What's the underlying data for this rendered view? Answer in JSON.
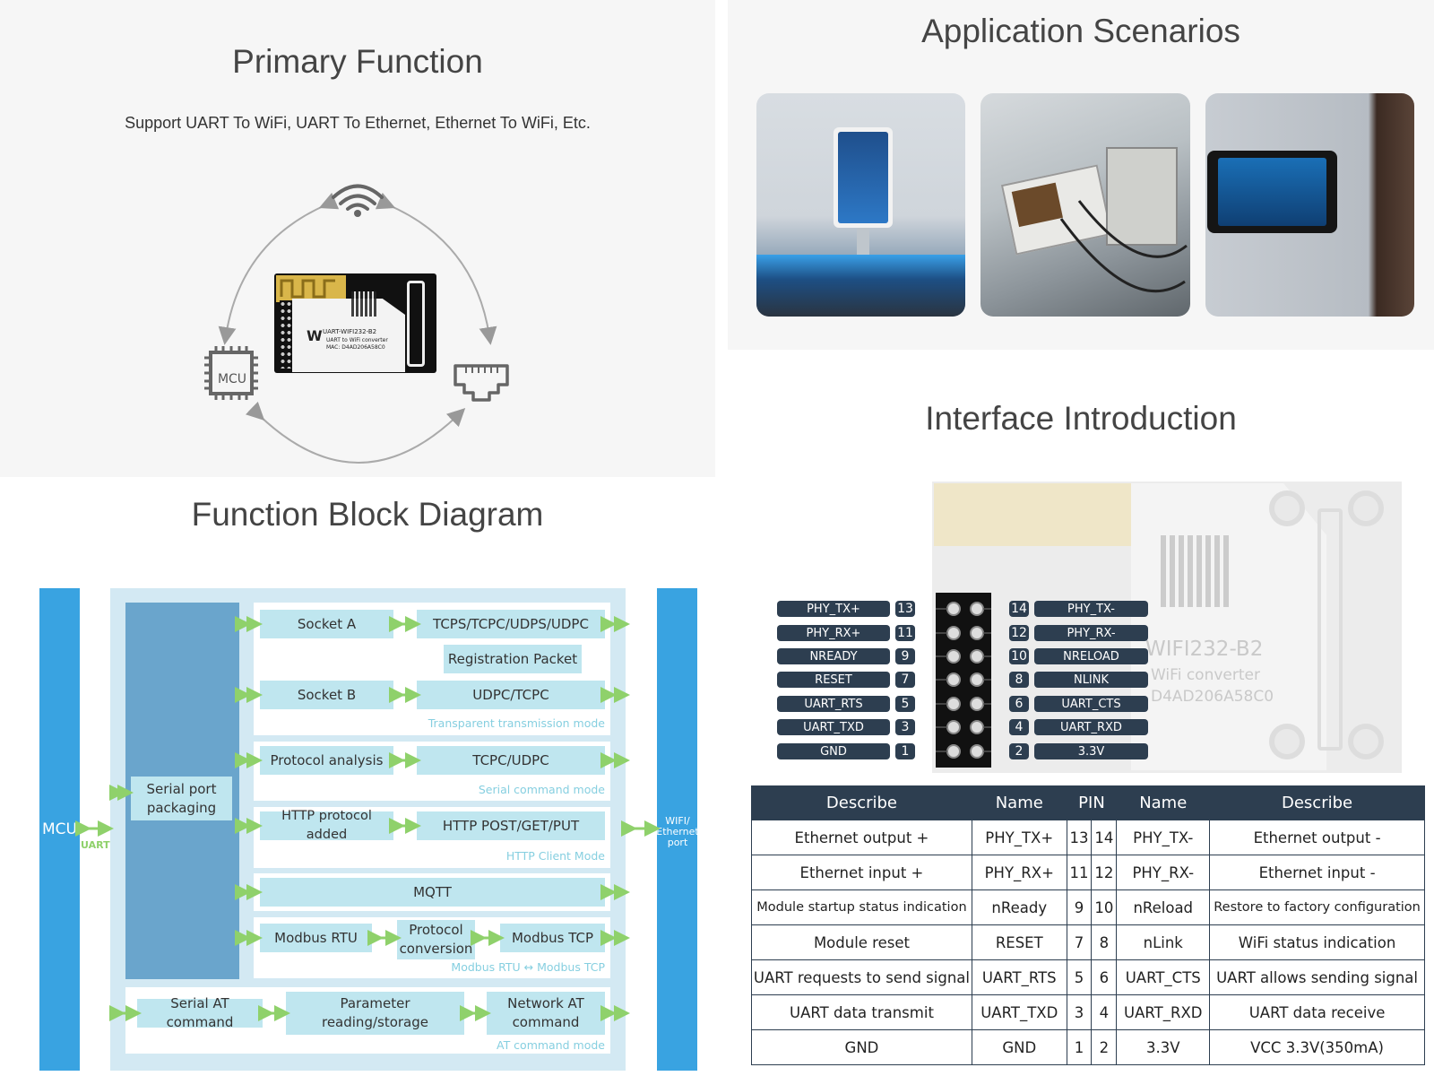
{
  "primary": {
    "title": "Primary Function",
    "subtitle": "Support UART To WiFi, UART To Ethernet, Ethernet To WiFi, Etc.",
    "mcu_label": "MCU",
    "module_text": {
      "model": "UART-WIFI232-B2",
      "desc": "UART to WiFi converter",
      "mac": "MAC: D4AD206A58C0",
      "brand": "W"
    }
  },
  "scenarios": {
    "title": "Application Scenarios"
  },
  "interface": {
    "title": "Interface Introduction",
    "board_text": {
      "model": "WIFI232-B2",
      "desc": "WiFi converter",
      "mac": "D4AD206A58C0"
    },
    "left_pins": [
      {
        "label": "PHY_TX+",
        "num": "13"
      },
      {
        "label": "PHY_RX+",
        "num": "11"
      },
      {
        "label": "NREADY",
        "num": "9"
      },
      {
        "label": "RESET",
        "num": "7"
      },
      {
        "label": "UART_RTS",
        "num": "5"
      },
      {
        "label": "UART_TXD",
        "num": "3"
      },
      {
        "label": "GND",
        "num": "1"
      }
    ],
    "right_pins": [
      {
        "label": "PHY_TX-",
        "num": "14"
      },
      {
        "label": "PHY_RX-",
        "num": "12"
      },
      {
        "label": "NRELOAD",
        "num": "10"
      },
      {
        "label": "NLINK",
        "num": "8"
      },
      {
        "label": "UART_CTS",
        "num": "6"
      },
      {
        "label": "UART_RXD",
        "num": "4"
      },
      {
        "label": "3.3V",
        "num": "2"
      }
    ]
  },
  "table": {
    "headers": [
      "Describe",
      "Name",
      "PIN",
      "Name",
      "Describe"
    ],
    "rows": [
      [
        "Ethernet output +",
        "PHY_TX+",
        "13",
        "14",
        "PHY_TX-",
        "Ethernet output -"
      ],
      [
        "Ethernet input +",
        "PHY_RX+",
        "11",
        "12",
        "PHY_RX-",
        "Ethernet input -"
      ],
      [
        "Module startup status indication",
        "nReady",
        "9",
        "10",
        "nReload",
        "Restore to factory configuration"
      ],
      [
        "Module reset",
        "RESET",
        "7",
        "8",
        "nLink",
        "WiFi status indication"
      ],
      [
        "UART requests to send signal",
        "UART_RTS",
        "5",
        "6",
        "UART_CTS",
        "UART allows sending signal"
      ],
      [
        "UART data transmit",
        "UART_TXD",
        "3",
        "4",
        "UART_RXD",
        "UART data receive"
      ],
      [
        "GND",
        "GND",
        "1",
        "2",
        "3.3V",
        "VCC 3.3V(350mA)"
      ]
    ]
  },
  "block": {
    "title": "Function Block Diagram",
    "mcu": "MCU",
    "uart": "UART",
    "wifi_port": [
      "WIFI/",
      "Ethernet",
      "port"
    ],
    "serial_packaging": "Serial port packaging",
    "socket_a": "Socket A",
    "tcps": "TCPS/TCPC/UDPS/UDPC",
    "registration": "Registration Packet",
    "socket_b": "Socket B",
    "udpc": "UDPC/TCPC",
    "mode_transparent": "Transparent transmission mode",
    "protocol_analysis": "Protocol analysis",
    "tcpc_udpc": "TCPC/UDPC",
    "mode_serial": "Serial command mode",
    "http_added": "HTTP protocol added",
    "http_post": "HTTP POST/GET/PUT",
    "mode_http": "HTTP Client Mode",
    "mqtt": "MQTT",
    "modbus_rtu": "Modbus RTU",
    "protocol_conversion": "Protocol conversion",
    "modbus_tcp": "Modbus TCP",
    "mode_modbus": "Modbus RTU ↔ Modbus TCP",
    "serial_at": "Serial AT command",
    "param": "Parameter reading/storage",
    "network_at": "Network AT command",
    "mode_at": "AT command mode"
  },
  "colors": {
    "block_blue": "#39a3e1",
    "block_mid": "#6aa5cc",
    "block_box": "#bfe6ef",
    "block_bg": "#d3e9f3",
    "arrow_green": "#8fd16b",
    "table_dark": "#2d3e50"
  }
}
